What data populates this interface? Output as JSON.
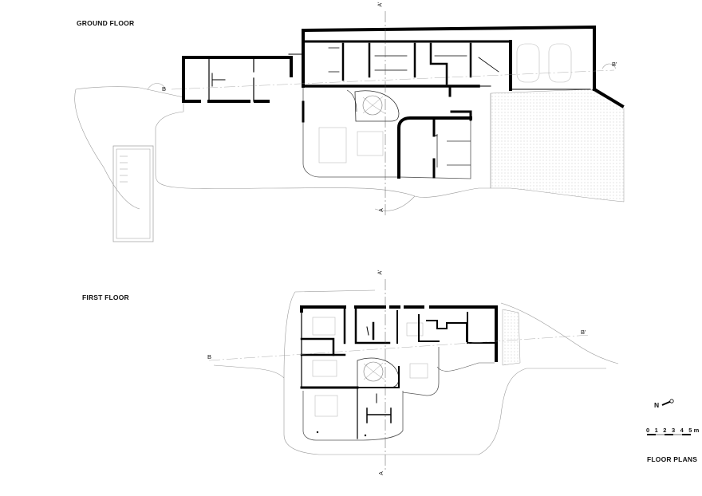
{
  "labels": {
    "ground_floor": "GROUND FLOOR",
    "first_floor": "FIRST FLOOR",
    "floor_plans": "FLOOR PLANS",
    "north": "N",
    "scale": "0 1 2 3 4 5m"
  },
  "section_marks": {
    "a": "A",
    "a_prime": "A'",
    "b": "B",
    "b_prime": "B'"
  },
  "colors": {
    "wall": "#000000",
    "thin_line": "#9a9a9a",
    "hatch": "#c8c8c8"
  }
}
